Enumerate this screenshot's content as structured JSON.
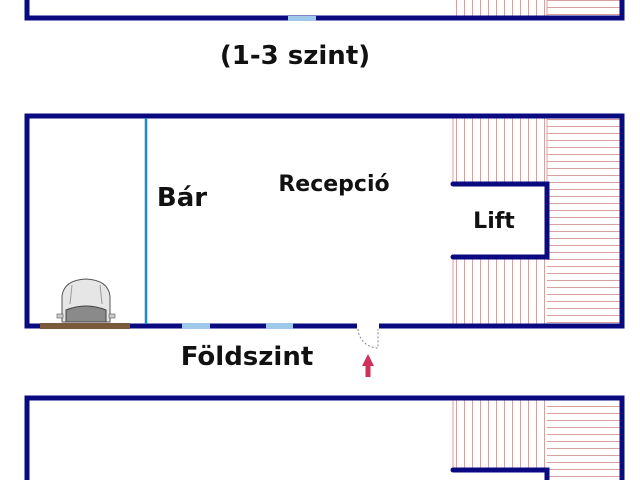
{
  "upper_floor": {
    "label": "(1-3 szint)"
  },
  "ground_floor": {
    "label": "Földszint",
    "rooms": {
      "bar": "Bár",
      "reception": "Recepció",
      "lift": "Lift"
    }
  },
  "colors": {
    "wall": "#0a0a80",
    "partition": "#1a8cc8",
    "window": "#9ec9ea",
    "stair_hatch": "#d9a0a0",
    "entrance_arrow": "#d0305a",
    "counter": "#7a5a3a"
  }
}
